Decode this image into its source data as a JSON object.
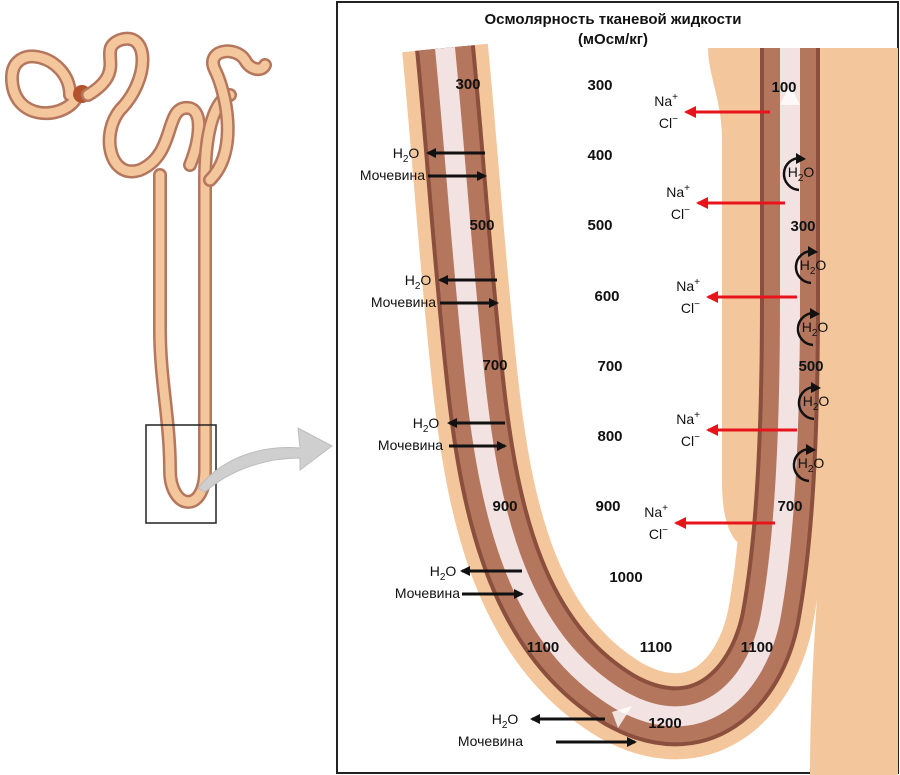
{
  "title": {
    "line1": "Осмолярность тканевой жидкости",
    "line2": "(мОсм/кг)"
  },
  "interstitial_osmolarity": [
    "300",
    "400",
    "500",
    "600",
    "700",
    "800",
    "900",
    "1000",
    "1100",
    "1200"
  ],
  "descending_limb_values": [
    "300",
    "500",
    "700",
    "900",
    "1100"
  ],
  "ascending_limb_values": [
    "100",
    "300",
    "500",
    "700",
    "1100"
  ],
  "water_label": {
    "h": "H",
    "sub": "2",
    "o": "O"
  },
  "urea_label": "Мочевина",
  "ion_labels": {
    "na": "Na",
    "na_sup": "+",
    "cl": "Cl",
    "cl_sup": "−"
  },
  "colors": {
    "tubule_outer": "#f3c69b",
    "tubule_wall": "#b5765e",
    "tubule_wall_dark": "#8b4f3e",
    "lumen": "#f2e2e2",
    "interstitium": "#f3c69b",
    "ion_arrow": "#e8141b",
    "water_arrow": "#111111",
    "frame": "#222222"
  },
  "icons": [
    "arrow-left-icon",
    "arrow-right-icon",
    "curved-arrow-icon",
    "zoom-arrow-icon"
  ]
}
